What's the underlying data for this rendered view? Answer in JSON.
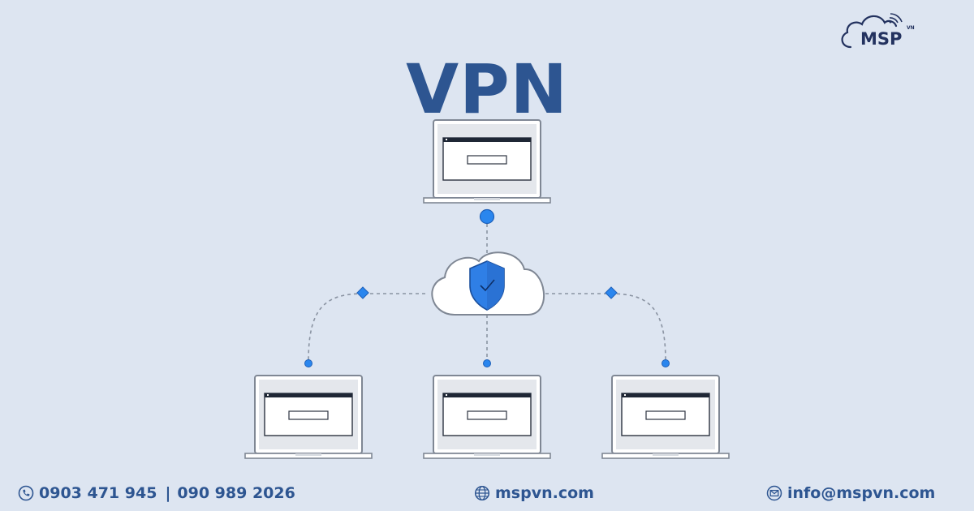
{
  "title": "VPN",
  "logo": {
    "text": "MSP",
    "sup": "VN"
  },
  "footer": {
    "phone1": "0903 471 945",
    "separator": "|",
    "phone2": "090 989 2026",
    "website": "mspvn.com",
    "email": "info@mspvn.com"
  },
  "icons": [
    "phone-icon",
    "globe-icon",
    "mail-icon",
    "shield-check-icon",
    "cloud-icon",
    "laptop-icon"
  ],
  "colors": {
    "background": "#dde5f1",
    "title": "#2d5591",
    "accent_blue": "#2a86ee",
    "shield": "#2f7fe6",
    "line": "#8a93a2"
  }
}
